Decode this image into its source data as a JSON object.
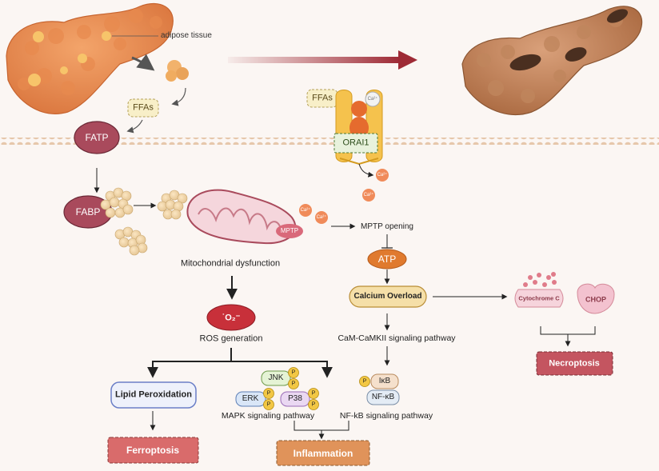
{
  "labels": {
    "adipose_tissue": "adipose tissue",
    "ffas_left": "FFAs",
    "ffas_right": "FFAs",
    "fatp": "FATP",
    "fabp": "FABP",
    "orai1": "ORAI1",
    "ca": "Ca²⁺",
    "mptp": "MPTP",
    "mptp_opening": "MPTP opening",
    "mito_dysfunction": "Mitochondrial dysfunction",
    "o2": "˙O₂⁻",
    "ros_generation": "ROS generation",
    "atp": "ATP",
    "calcium_overload": "Calcium Overload",
    "cam_pathway": "CaM-CaMKII  signaling pathway",
    "cytochrome_c": "Cytochrome C",
    "chop": "CHOP",
    "necroptosis": "Necroptosis",
    "lipid_peroxidation": "Lipid Peroxidation",
    "ferroptosis": "Ferroptosis",
    "jnk": "JNK",
    "erk": "ERK",
    "p38": "P38",
    "p": "P",
    "mapk_pathway": "MAPK  signaling pathway",
    "ikb": "IκB",
    "nfkb": "NF-κB",
    "nfkb_pathway": "NF-kB  signaling pathway",
    "inflammation": "Inflammation"
  },
  "colors": {
    "background": "#fbf6f3",
    "membrane": "#e9cdb3",
    "maroon_node": "#a94a5c",
    "progress_arrow": "#9e2a35",
    "ferroptosis_fill": "#d96b6b",
    "inflammation_fill": "#e0935a",
    "necroptosis_fill": "#c45560",
    "lipid_border": "#6b7fc7",
    "calcium_fill": "#f5dfa8",
    "atp_fill": "#e07a2e",
    "ros_fill": "#c8303a",
    "phospho": "#f2c744"
  },
  "icons": {
    "healthy_pancreas": "pancreas-healthy-icon",
    "damaged_pancreas": "pancreas-damaged-icon",
    "mitochondrion": "mitochondrion-icon",
    "ion_channel": "orai1-channel-icon",
    "lipid_cluster": "lipid-droplet-cluster-icon"
  }
}
